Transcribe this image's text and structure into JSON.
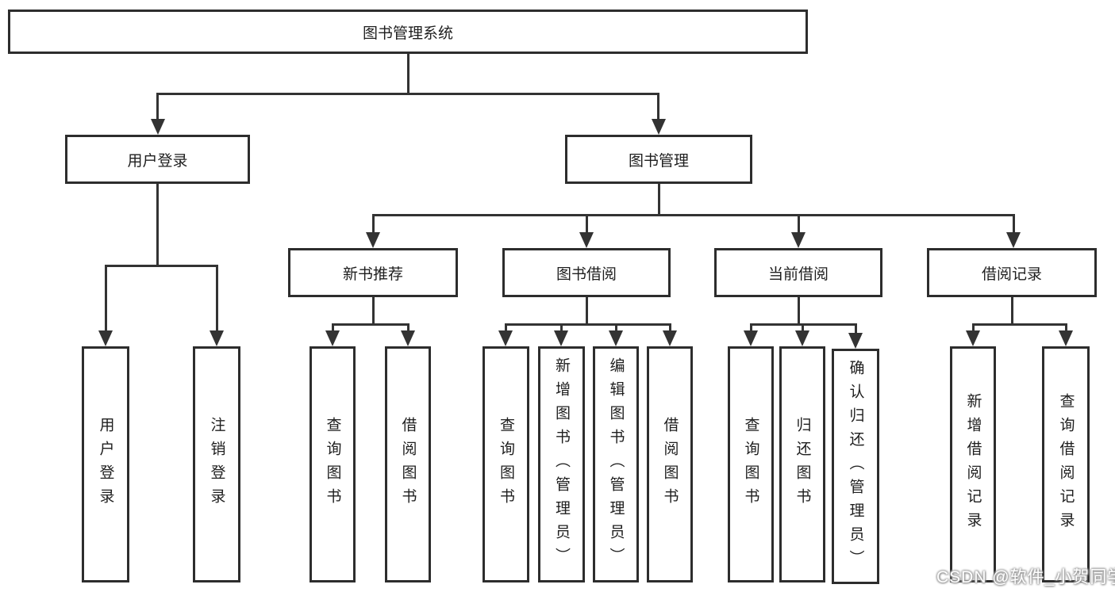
{
  "diagram": {
    "title": "图书管理系统",
    "colors": {
      "border": "#2d2d2d",
      "line": "#333333",
      "text": "#1e1e1e",
      "background": "#ffffff",
      "watermark_fill": "#ffffff",
      "watermark_outline": "#9a9a9a"
    }
  },
  "nodes": {
    "root": {
      "label": "图书管理系统"
    },
    "userLogin": {
      "label": "用户登录",
      "children": [
        "用户登录",
        "注销登录"
      ]
    },
    "bookMgmt": {
      "label": "图书管理"
    },
    "newBookRec": {
      "label": "新书推荐",
      "children": [
        "查询图书",
        "借阅图书"
      ]
    },
    "bookBorrow": {
      "label": "图书借阅",
      "children": [
        "查询图书",
        "新增图书（管理员）",
        "编辑图书（管理员）",
        "借阅图书"
      ]
    },
    "currentBorrow": {
      "label": "当前借阅",
      "children": [
        "查询图书",
        "归还图书",
        "确认归还（管理员）"
      ]
    },
    "borrowRecords": {
      "label": "借阅记录",
      "children": [
        "新增借阅记录",
        "查询借阅记录"
      ]
    }
  },
  "watermark": {
    "text": "CSDN @软件_小贺同学"
  }
}
